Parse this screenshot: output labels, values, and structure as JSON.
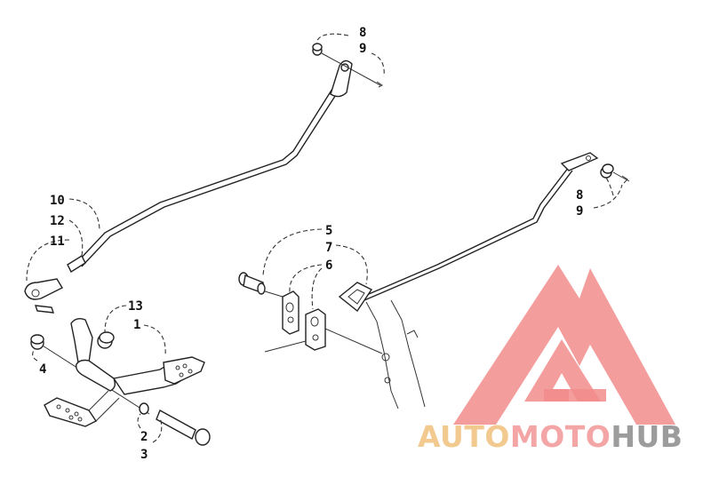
{
  "callouts": {
    "top_8": "8",
    "top_9": "9",
    "right_8": "8",
    "right_9": "9",
    "c10": "10",
    "c12": "12",
    "c11": "11",
    "c5": "5",
    "c7": "7",
    "c6": "6",
    "c13": "13",
    "c1": "1",
    "c4": "4",
    "c2": "2",
    "c3": "3"
  },
  "watermark": {
    "word_auto": "AUTO",
    "word_moto": "MOTO",
    "word_hub": "HUB",
    "color_auto": "#f2c98f",
    "color_moto": "#f4a6a6",
    "color_hub": "#9c9c9c",
    "logo_color": "#f28c8c"
  }
}
